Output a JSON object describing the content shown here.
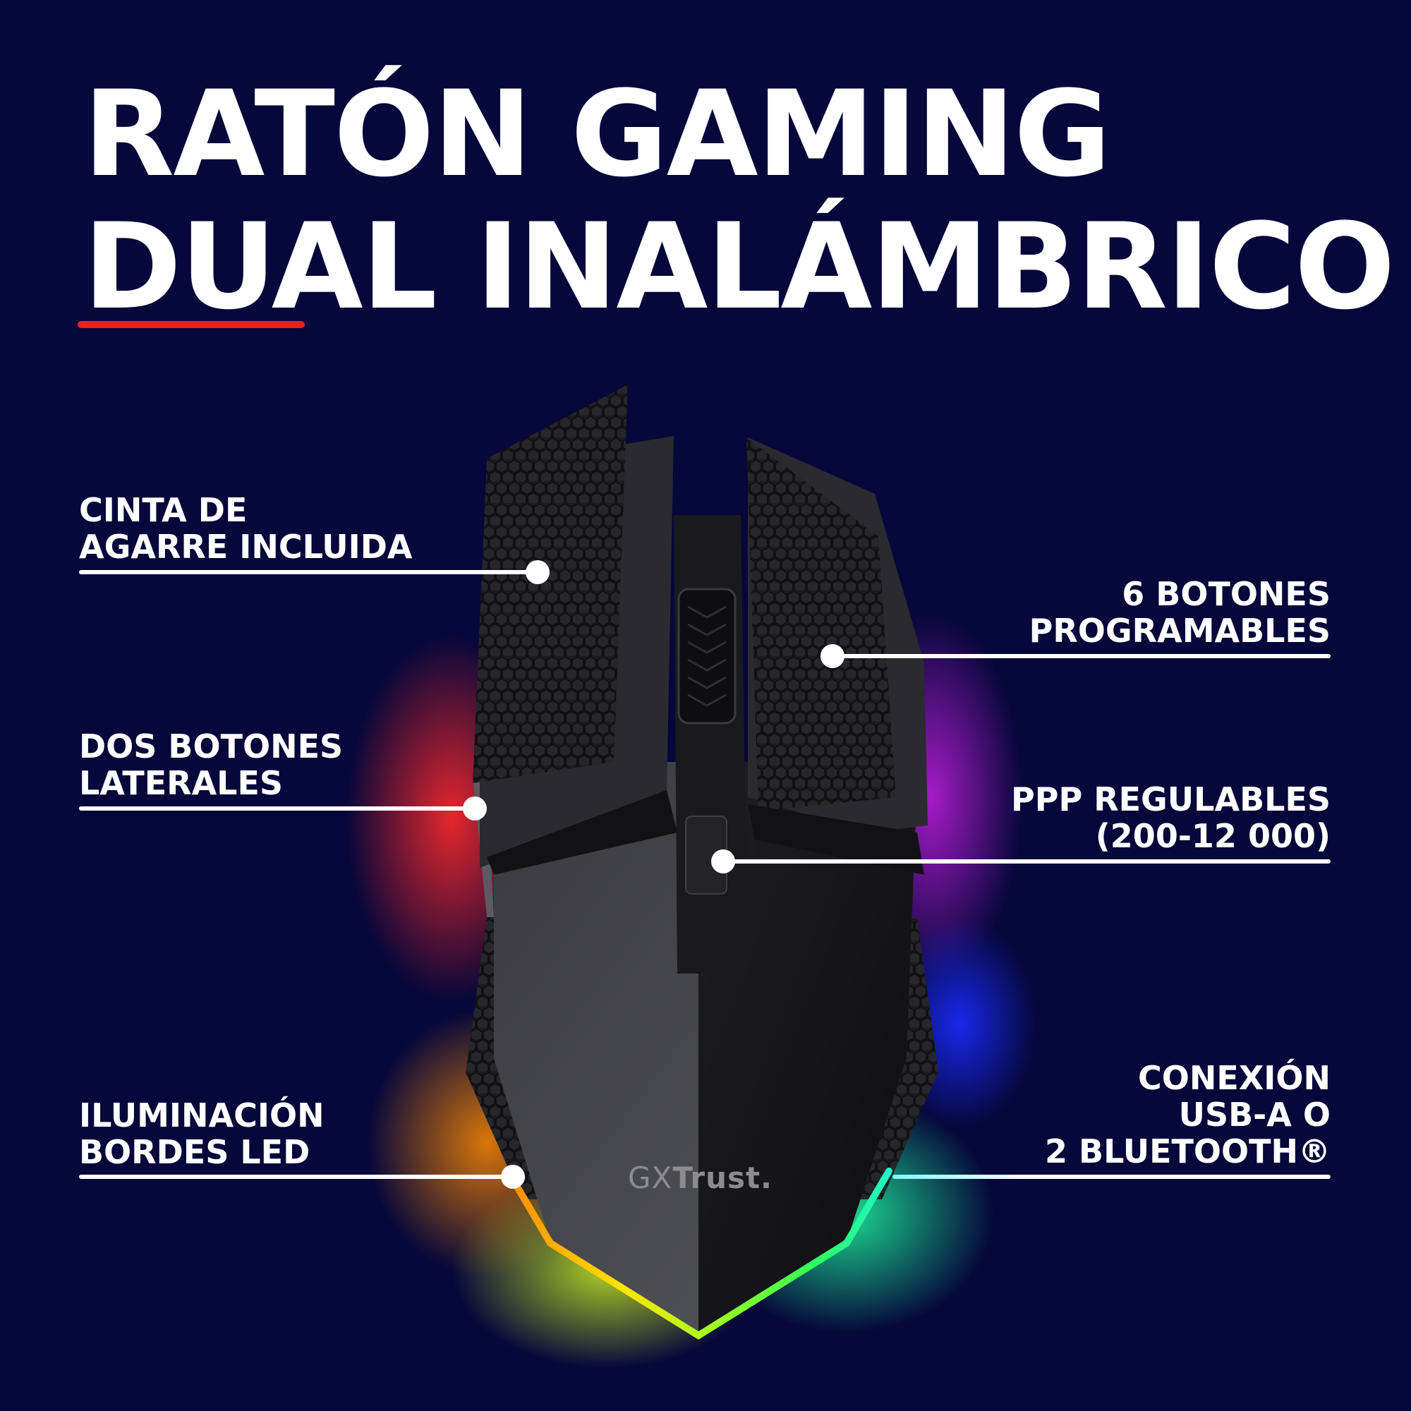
{
  "header": {
    "title_line_1": "RATÓN GAMING",
    "title_line_2": "DUAL INALÁMBRICO",
    "accent_color": "#e8231e"
  },
  "background_color": "#06073a",
  "product": {
    "brand_prefix": "GX",
    "brand_name": "Trust.",
    "led_colors": [
      "#e8231e",
      "#ff8a00",
      "#ffe400",
      "#4cff2e",
      "#20f5c8",
      "#1a2cff",
      "#b21ed8"
    ]
  },
  "features": {
    "left": [
      {
        "line1": "CINTA DE",
        "line2": "AGARRE INCLUIDA"
      },
      {
        "line1": "DOS BOTONES",
        "line2": "LATERALES"
      },
      {
        "line1": "ILUMINACIÓN",
        "line2": "BORDES LED"
      }
    ],
    "right": [
      {
        "line1": "6 BOTONES",
        "line2": "PROGRAMABLES"
      },
      {
        "line1": "PPP REGULABLES",
        "line2": "(200-12 000)"
      },
      {
        "line1": "CONEXIÓN",
        "line2": "USB-A O",
        "line3": "2 BLUETOOTH®"
      }
    ]
  }
}
